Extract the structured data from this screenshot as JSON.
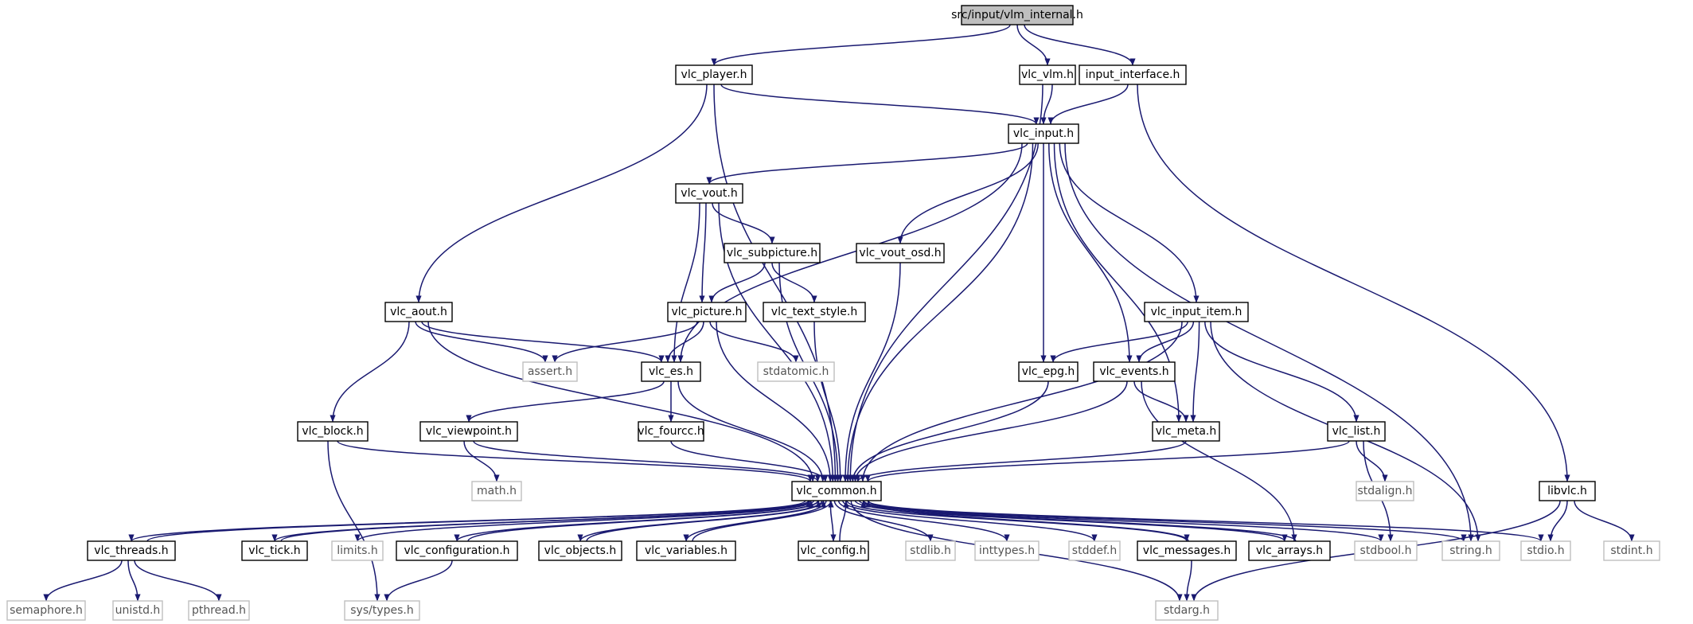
{
  "graph": {
    "root": "src/input/vlm_internal.h",
    "nodes": [
      {
        "id": "root",
        "label": "src/input/vlm_internal.h",
        "kind": "root"
      },
      {
        "id": "vlc_player",
        "label": "vlc_player.h",
        "kind": "file"
      },
      {
        "id": "vlc_vlm",
        "label": "vlc_vlm.h",
        "kind": "file"
      },
      {
        "id": "input_interface",
        "label": "input_interface.h",
        "kind": "file"
      },
      {
        "id": "vlc_input",
        "label": "vlc_input.h",
        "kind": "file"
      },
      {
        "id": "vlc_vout",
        "label": "vlc_vout.h",
        "kind": "file"
      },
      {
        "id": "vlc_subpicture",
        "label": "vlc_subpicture.h",
        "kind": "file"
      },
      {
        "id": "vlc_vout_osd",
        "label": "vlc_vout_osd.h",
        "kind": "file"
      },
      {
        "id": "vlc_aout",
        "label": "vlc_aout.h",
        "kind": "file"
      },
      {
        "id": "vlc_picture",
        "label": "vlc_picture.h",
        "kind": "file"
      },
      {
        "id": "vlc_text_style",
        "label": "vlc_text_style.h",
        "kind": "file"
      },
      {
        "id": "vlc_input_item",
        "label": "vlc_input_item.h",
        "kind": "file"
      },
      {
        "id": "assert",
        "label": "assert.h",
        "kind": "external"
      },
      {
        "id": "vlc_es",
        "label": "vlc_es.h",
        "kind": "file"
      },
      {
        "id": "stdatomic",
        "label": "stdatomic.h",
        "kind": "external"
      },
      {
        "id": "vlc_epg",
        "label": "vlc_epg.h",
        "kind": "file"
      },
      {
        "id": "vlc_events",
        "label": "vlc_events.h",
        "kind": "file"
      },
      {
        "id": "vlc_block",
        "label": "vlc_block.h",
        "kind": "file"
      },
      {
        "id": "vlc_viewpoint",
        "label": "vlc_viewpoint.h",
        "kind": "file"
      },
      {
        "id": "vlc_fourcc",
        "label": "vlc_fourcc.h",
        "kind": "file"
      },
      {
        "id": "vlc_meta",
        "label": "vlc_meta.h",
        "kind": "file"
      },
      {
        "id": "vlc_list",
        "label": "vlc_list.h",
        "kind": "file"
      },
      {
        "id": "math",
        "label": "math.h",
        "kind": "external"
      },
      {
        "id": "vlc_common",
        "label": "vlc_common.h",
        "kind": "file"
      },
      {
        "id": "stdalign",
        "label": "stdalign.h",
        "kind": "external"
      },
      {
        "id": "libvlc",
        "label": "libvlc.h",
        "kind": "file"
      },
      {
        "id": "vlc_threads",
        "label": "vlc_threads.h",
        "kind": "file"
      },
      {
        "id": "vlc_tick",
        "label": "vlc_tick.h",
        "kind": "file"
      },
      {
        "id": "limits",
        "label": "limits.h",
        "kind": "external"
      },
      {
        "id": "vlc_configuration",
        "label": "vlc_configuration.h",
        "kind": "file"
      },
      {
        "id": "vlc_objects",
        "label": "vlc_objects.h",
        "kind": "file"
      },
      {
        "id": "vlc_variables",
        "label": "vlc_variables.h",
        "kind": "file"
      },
      {
        "id": "vlc_config",
        "label": "vlc_config.h",
        "kind": "file"
      },
      {
        "id": "stdlib",
        "label": "stdlib.h",
        "kind": "external"
      },
      {
        "id": "inttypes",
        "label": "inttypes.h",
        "kind": "external"
      },
      {
        "id": "stddef",
        "label": "stddef.h",
        "kind": "external"
      },
      {
        "id": "vlc_messages",
        "label": "vlc_messages.h",
        "kind": "file"
      },
      {
        "id": "vlc_arrays",
        "label": "vlc_arrays.h",
        "kind": "file"
      },
      {
        "id": "stdbool",
        "label": "stdbool.h",
        "kind": "external"
      },
      {
        "id": "string",
        "label": "string.h",
        "kind": "external"
      },
      {
        "id": "stdio",
        "label": "stdio.h",
        "kind": "external"
      },
      {
        "id": "stdint",
        "label": "stdint.h",
        "kind": "external"
      },
      {
        "id": "semaphore",
        "label": "semaphore.h",
        "kind": "external"
      },
      {
        "id": "unistd",
        "label": "unistd.h",
        "kind": "external"
      },
      {
        "id": "pthread",
        "label": "pthread.h",
        "kind": "external"
      },
      {
        "id": "sys_types",
        "label": "sys/types.h",
        "kind": "external"
      },
      {
        "id": "stdarg",
        "label": "stdarg.h",
        "kind": "external"
      }
    ],
    "edges": [
      [
        "root",
        "vlc_player"
      ],
      [
        "root",
        "vlc_vlm"
      ],
      [
        "root",
        "input_interface"
      ],
      [
        "vlc_player",
        "vlc_input"
      ],
      [
        "vlc_player",
        "vlc_aout"
      ],
      [
        "vlc_player",
        "vlc_common"
      ],
      [
        "vlc_vlm",
        "vlc_input"
      ],
      [
        "vlc_vlm",
        "vlc_common"
      ],
      [
        "input_interface",
        "vlc_input"
      ],
      [
        "input_interface",
        "libvlc"
      ],
      [
        "vlc_input",
        "vlc_vout"
      ],
      [
        "vlc_input",
        "vlc_vout_osd"
      ],
      [
        "vlc_input",
        "vlc_es"
      ],
      [
        "vlc_input",
        "vlc_common"
      ],
      [
        "vlc_input",
        "vlc_epg"
      ],
      [
        "vlc_input",
        "vlc_events"
      ],
      [
        "vlc_input",
        "vlc_input_item"
      ],
      [
        "vlc_input",
        "vlc_meta"
      ],
      [
        "vlc_input",
        "string"
      ],
      [
        "vlc_vout",
        "vlc_subpicture"
      ],
      [
        "vlc_vout",
        "vlc_picture"
      ],
      [
        "vlc_vout",
        "vlc_es"
      ],
      [
        "vlc_vout",
        "vlc_common"
      ],
      [
        "vlc_subpicture",
        "vlc_picture"
      ],
      [
        "vlc_subpicture",
        "vlc_text_style"
      ],
      [
        "vlc_subpicture",
        "vlc_common"
      ],
      [
        "vlc_vout_osd",
        "vlc_common"
      ],
      [
        "vlc_aout",
        "assert"
      ],
      [
        "vlc_aout",
        "vlc_es"
      ],
      [
        "vlc_aout",
        "vlc_block"
      ],
      [
        "vlc_aout",
        "vlc_common"
      ],
      [
        "vlc_picture",
        "assert"
      ],
      [
        "vlc_picture",
        "vlc_es"
      ],
      [
        "vlc_picture",
        "stdatomic"
      ],
      [
        "vlc_picture",
        "vlc_common"
      ],
      [
        "vlc_text_style",
        "vlc_common"
      ],
      [
        "vlc_input_item",
        "vlc_epg"
      ],
      [
        "vlc_input_item",
        "vlc_events"
      ],
      [
        "vlc_input_item",
        "vlc_meta"
      ],
      [
        "vlc_input_item",
        "vlc_list"
      ],
      [
        "vlc_input_item",
        "vlc_common"
      ],
      [
        "vlc_input_item",
        "string"
      ],
      [
        "vlc_es",
        "vlc_viewpoint"
      ],
      [
        "vlc_es",
        "vlc_fourcc"
      ],
      [
        "vlc_es",
        "vlc_common"
      ],
      [
        "vlc_epg",
        "vlc_common"
      ],
      [
        "vlc_events",
        "vlc_meta"
      ],
      [
        "vlc_events",
        "vlc_common"
      ],
      [
        "vlc_events",
        "vlc_arrays"
      ],
      [
        "vlc_block",
        "vlc_common"
      ],
      [
        "vlc_block",
        "sys_types"
      ],
      [
        "vlc_viewpoint",
        "math"
      ],
      [
        "vlc_viewpoint",
        "vlc_common"
      ],
      [
        "vlc_fourcc",
        "vlc_common"
      ],
      [
        "vlc_meta",
        "vlc_common"
      ],
      [
        "vlc_list",
        "stdalign"
      ],
      [
        "vlc_list",
        "stdbool"
      ],
      [
        "vlc_list",
        "vlc_common"
      ],
      [
        "libvlc",
        "stdio"
      ],
      [
        "libvlc",
        "stdint"
      ],
      [
        "libvlc",
        "stdarg"
      ],
      [
        "vlc_common",
        "vlc_threads"
      ],
      [
        "vlc_common",
        "vlc_tick"
      ],
      [
        "vlc_common",
        "limits"
      ],
      [
        "vlc_common",
        "vlc_configuration"
      ],
      [
        "vlc_common",
        "vlc_objects"
      ],
      [
        "vlc_common",
        "vlc_variables"
      ],
      [
        "vlc_common",
        "vlc_config"
      ],
      [
        "vlc_common",
        "stdlib"
      ],
      [
        "vlc_common",
        "inttypes"
      ],
      [
        "vlc_common",
        "stddef"
      ],
      [
        "vlc_common",
        "vlc_messages"
      ],
      [
        "vlc_common",
        "vlc_arrays"
      ],
      [
        "vlc_common",
        "stdbool"
      ],
      [
        "vlc_common",
        "string"
      ],
      [
        "vlc_common",
        "stdio"
      ],
      [
        "vlc_common",
        "stdarg"
      ],
      [
        "vlc_threads",
        "vlc_common"
      ],
      [
        "vlc_threads",
        "semaphore"
      ],
      [
        "vlc_threads",
        "unistd"
      ],
      [
        "vlc_threads",
        "pthread"
      ],
      [
        "vlc_tick",
        "vlc_common"
      ],
      [
        "vlc_configuration",
        "vlc_common"
      ],
      [
        "vlc_configuration",
        "sys_types"
      ],
      [
        "vlc_objects",
        "vlc_common"
      ],
      [
        "vlc_variables",
        "vlc_common"
      ],
      [
        "vlc_config",
        "vlc_common"
      ],
      [
        "vlc_messages",
        "vlc_common"
      ],
      [
        "vlc_messages",
        "stdarg"
      ],
      [
        "vlc_arrays",
        "vlc_common"
      ]
    ]
  },
  "colors": {
    "edge": "#191970",
    "root_fill": "#bfbfbf",
    "node_border": "#000000",
    "external_border": "#bfbfbf",
    "external_text": "#555555"
  }
}
